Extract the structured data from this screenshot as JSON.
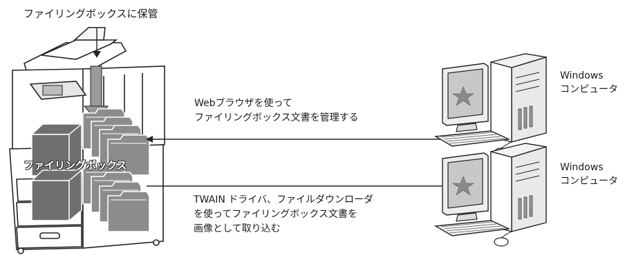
{
  "labels": {
    "store_in_filing_box": "ファイリングボックスに保管",
    "filing_box": "ファイリングボックス",
    "web_line1": "Webブラウザを使って",
    "web_line2": "ファイリングボックス文書を管理する",
    "twain_line1": "TWAIN ドライバ、ファイルダウンローダ",
    "twain_line2": "を使ってファイリングボックス文書を",
    "twain_line3": "画像として取り込む"
  },
  "computers": [
    {
      "line1": "Windows",
      "line2": "コンピュータ"
    },
    {
      "line1": "Windows",
      "line2": "コンピュータ"
    }
  ],
  "colors": {
    "line": "#222222",
    "folder_fill": "#8c8c8c",
    "cube_fill": "#6f6f6f",
    "screen_fill": "#c8c8c8",
    "star_fill": "#8a8a8a"
  }
}
